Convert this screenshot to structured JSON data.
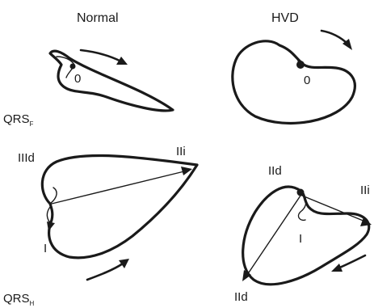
{
  "columns": {
    "normal": "Normal",
    "hvd": "HVD"
  },
  "rows": {
    "frontal": {
      "main": "QRS",
      "sub": "F"
    },
    "horizontal": {
      "main": "QRS",
      "sub": "H"
    }
  },
  "labels": {
    "origin_normal": "0",
    "origin_hvd": "0",
    "iiid": "IIId",
    "ii_i_normal": "IIi",
    "i_normal": "I",
    "iid_upper": "IId",
    "ii_i_hvd": "IIi",
    "i_hvd": "I",
    "iid_lower": "IId"
  }
}
